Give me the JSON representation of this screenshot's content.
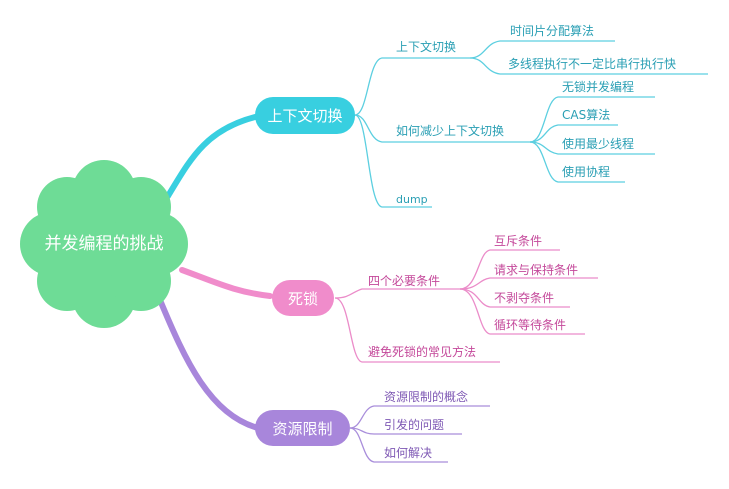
{
  "colors": {
    "root": "#6edc96",
    "cyan": "#38cfe0",
    "pink": "#f08ccb",
    "purple": "#a886db",
    "cyan_line": "#5ccfe0",
    "pink_line": "#eb8cc9",
    "purple_line": "#a98edb"
  },
  "root": {
    "label": "并发编程的挑战"
  },
  "branches": [
    {
      "label": "上下文切换",
      "children": [
        {
          "label": "上下文切换",
          "children": [
            {
              "label": "时间片分配算法"
            },
            {
              "label": "多线程执行不一定比串行执行快"
            }
          ]
        },
        {
          "label": "如何减少上下文切换",
          "children": [
            {
              "label": "无锁并发编程"
            },
            {
              "label": "CAS算法"
            },
            {
              "label": "使用最少线程"
            },
            {
              "label": "使用协程"
            }
          ]
        },
        {
          "label": "dump",
          "children": []
        }
      ]
    },
    {
      "label": "死锁",
      "children": [
        {
          "label": "四个必要条件",
          "children": [
            {
              "label": "互斥条件"
            },
            {
              "label": "请求与保持条件"
            },
            {
              "label": "不剥夺条件"
            },
            {
              "label": "循环等待条件"
            }
          ]
        },
        {
          "label": "避免死锁的常见方法",
          "children": []
        }
      ]
    },
    {
      "label": "资源限制",
      "children": [
        {
          "label": "资源限制的概念",
          "children": []
        },
        {
          "label": "引发的问题",
          "children": []
        },
        {
          "label": "如何解决",
          "children": []
        }
      ]
    }
  ]
}
